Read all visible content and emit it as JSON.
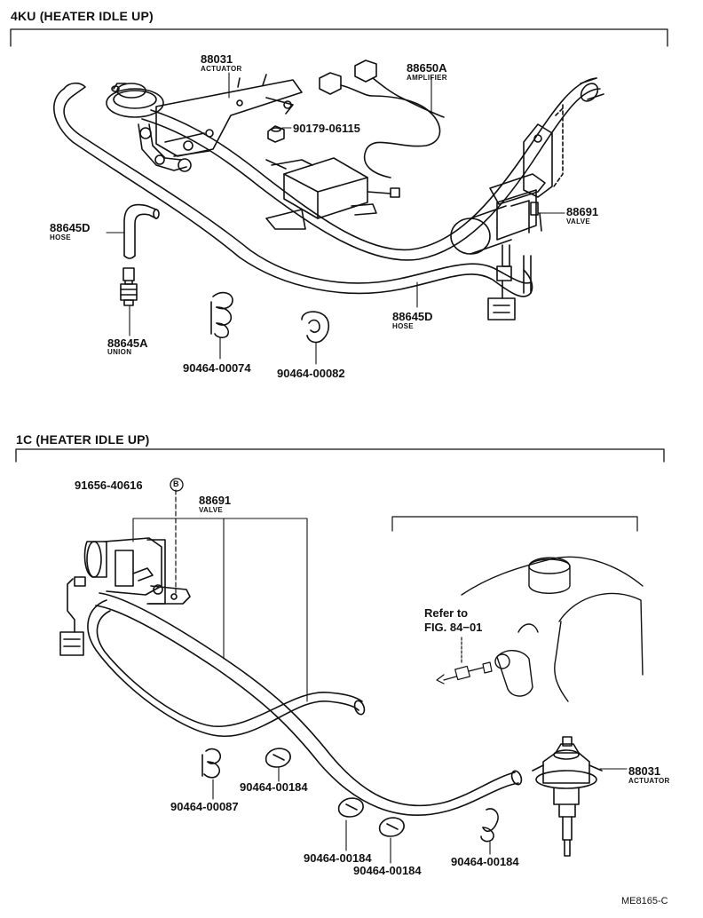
{
  "sections": [
    {
      "title": "4KU (HEATER IDLE UP)",
      "parts": [
        {
          "number": "88031",
          "desc": "ACTUATOR"
        },
        {
          "number": "88650A",
          "desc": "AMPLIFIER"
        },
        {
          "number": "90179-06115",
          "desc": ""
        },
        {
          "number": "88691",
          "desc": "VALVE"
        },
        {
          "number": "88645D",
          "desc": "HOSE"
        },
        {
          "number": "88645D",
          "desc": "HOSE"
        },
        {
          "number": "88645A",
          "desc": "UNION"
        },
        {
          "number": "90464-00074",
          "desc": ""
        },
        {
          "number": "90464-00082",
          "desc": ""
        }
      ]
    },
    {
      "title": "1C (HEATER IDLE UP)",
      "parts": [
        {
          "number": "91656-40616",
          "desc": ""
        },
        {
          "number": "88691",
          "desc": "VALVE"
        },
        {
          "number": "88031",
          "desc": "ACTUATOR"
        },
        {
          "number": "90464-00087",
          "desc": ""
        },
        {
          "number": "90464-00184",
          "desc": ""
        },
        {
          "number": "90464-00184",
          "desc": ""
        },
        {
          "number": "90464-00184",
          "desc": ""
        },
        {
          "number": "90464-00184",
          "desc": ""
        }
      ],
      "bolt_marker": "B",
      "reference_line1": "Refer to",
      "reference_line2": "FIG. 84−01"
    }
  ],
  "figure_code": "ME8165-C"
}
